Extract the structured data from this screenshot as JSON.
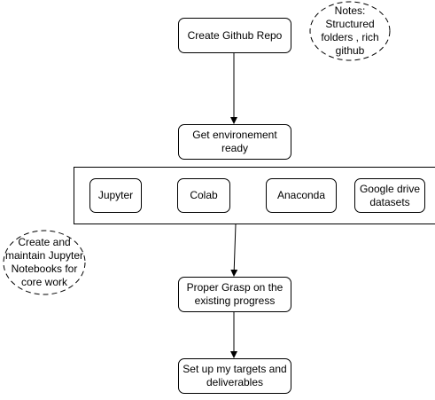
{
  "diagram": {
    "nodes": {
      "create_repo": "Create Github Repo",
      "get_env": "Get environement ready",
      "jupyter": "Jupyter",
      "colab": "Colab",
      "anaconda": "Anaconda",
      "google_drive": "Google drive datasets",
      "proper_grasp": "Proper Grasp on the existing progress",
      "targets": "Set up my targets and deliverables"
    },
    "notes": {
      "structured": "Notes: Structured folders , rich github",
      "notebooks": "Create and maintain Jupyter Notebooks for core work"
    },
    "colors": {
      "stroke": "#000000",
      "fill": "#ffffff"
    }
  }
}
